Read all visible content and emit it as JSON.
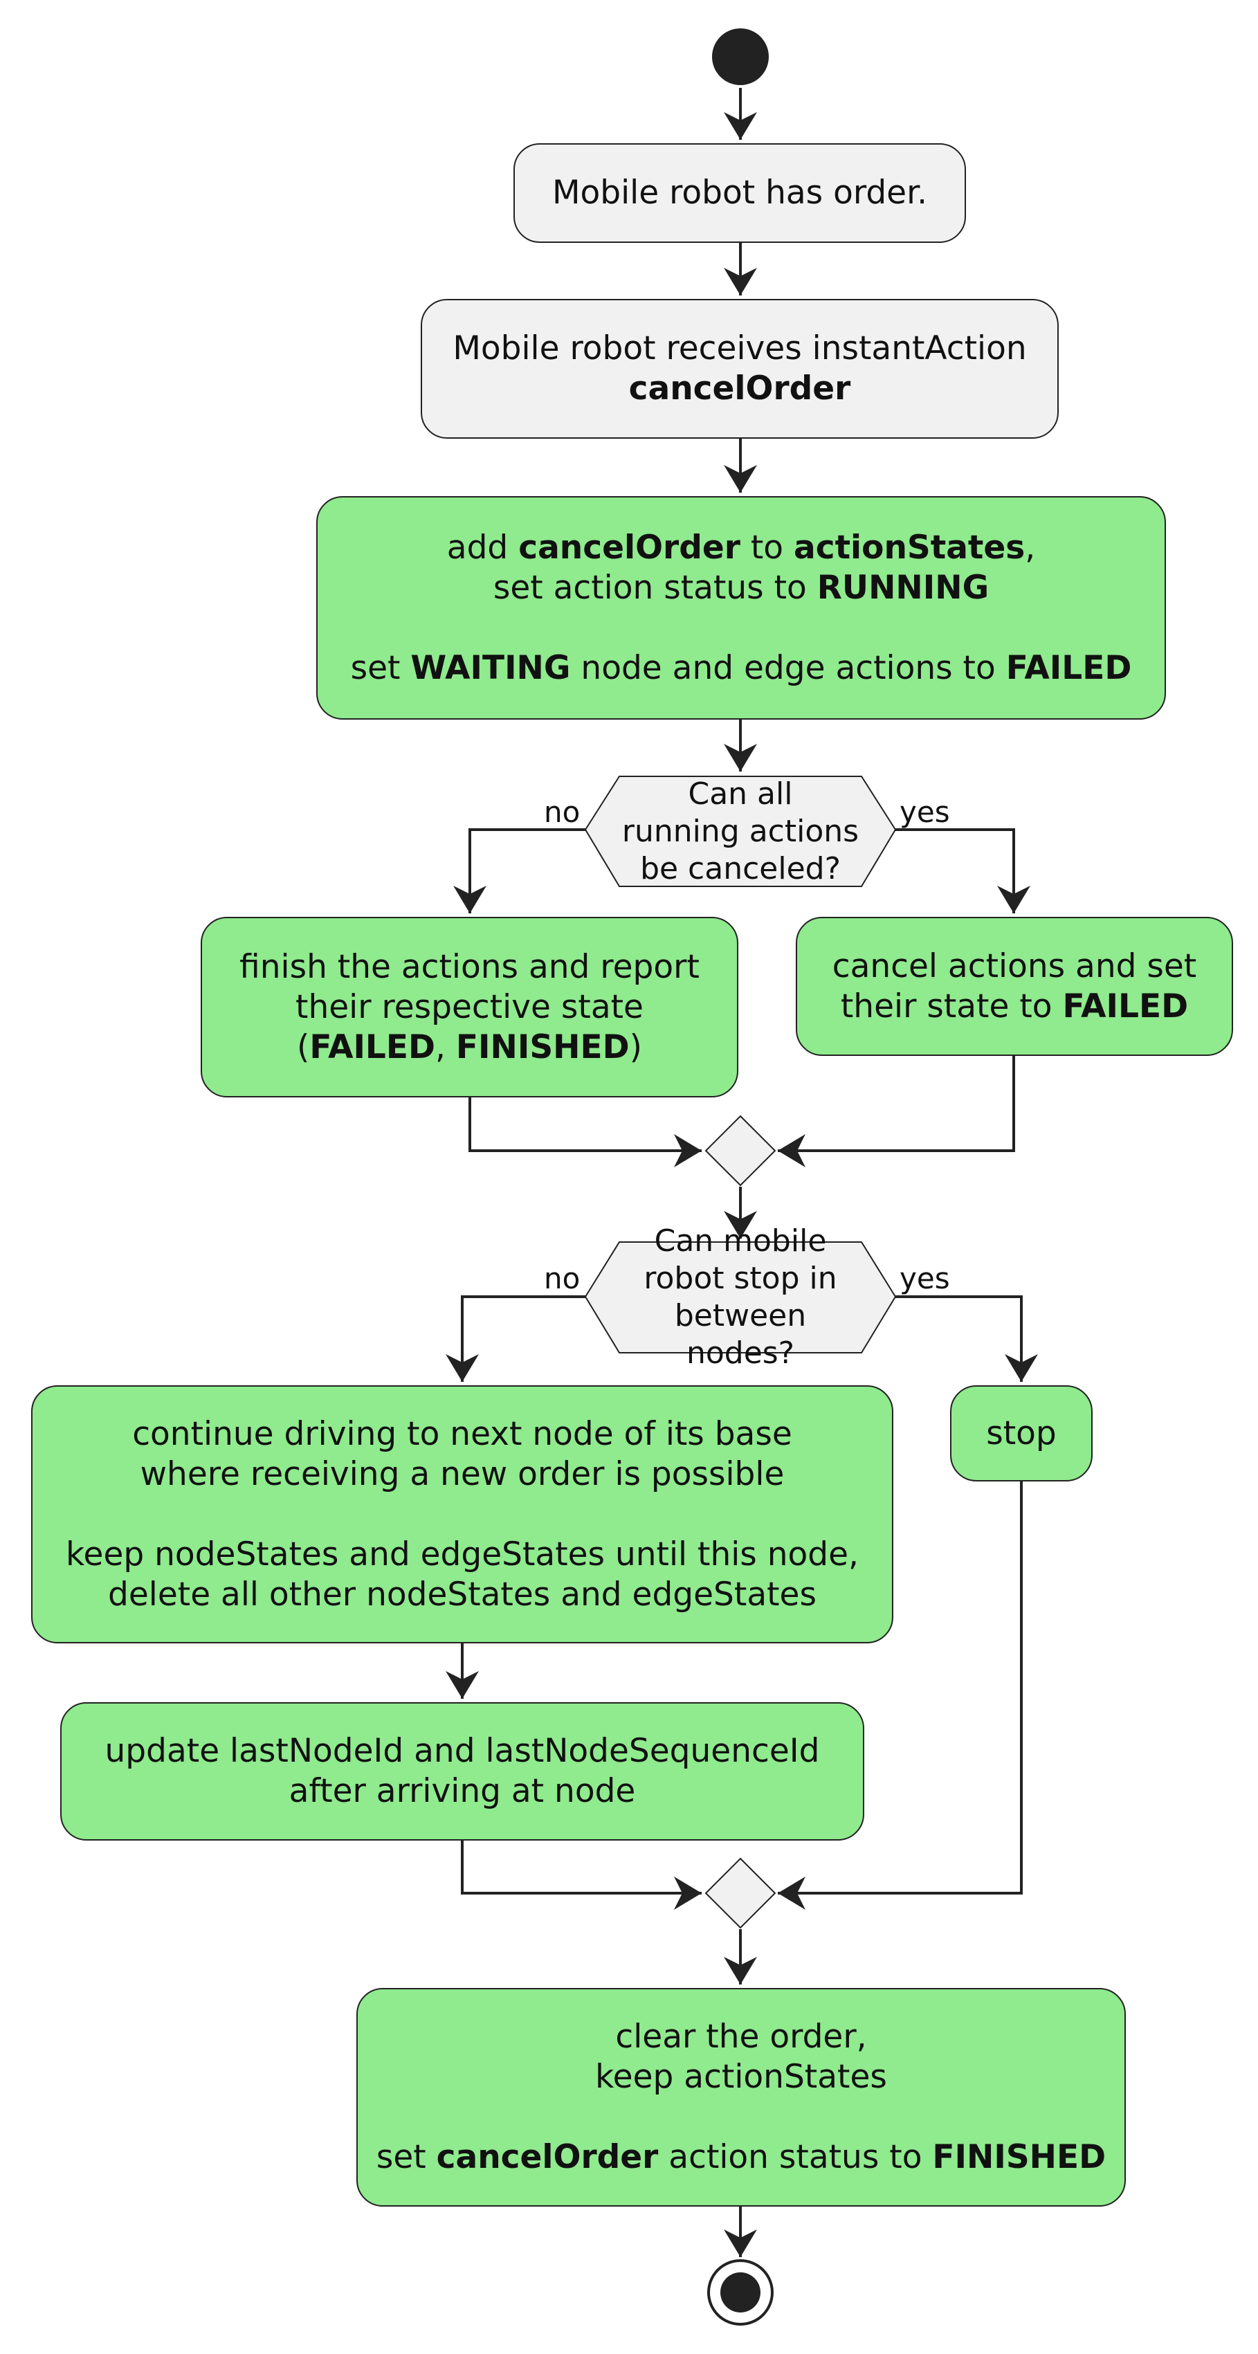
{
  "nodes": {
    "has_order": "Mobile robot has order.",
    "receives": {
      "line1": "Mobile robot receives instantAction",
      "line2": "cancelOrder"
    },
    "add_cancel": {
      "p1": "add ",
      "b1": "cancelOrder",
      "p2": " to ",
      "b2": "actionStates",
      "p3": ",",
      "p4": "set action status to ",
      "b3": "RUNNING",
      "p5": "set ",
      "b4": "WAITING",
      "p6": " node and edge actions to ",
      "b5": "FAILED"
    },
    "finish_actions": {
      "line1": "finish the actions and report",
      "line2": "their respective state",
      "p1": "(",
      "b1": "FAILED",
      "p2": ", ",
      "b2": "FINISHED",
      "p3": ")"
    },
    "cancel_actions": {
      "line1": "cancel actions and set",
      "p1": "their state to ",
      "b1": "FAILED"
    },
    "continue_driving": {
      "line1": "continue driving to next node of its base",
      "line2": "where receiving a new order is possible",
      "line3": "keep nodeStates and edgeStates until this node,",
      "line4": "delete all other nodeStates and edgeStates"
    },
    "update_last": {
      "line1": "update lastNodeId and lastNodeSequenceId",
      "line2": "after arriving at node"
    },
    "stop": "stop",
    "clear_order": {
      "line1": "clear the order,",
      "line2": "keep actionStates",
      "p1": "set ",
      "b1": "cancelOrder",
      "p2": " action status to ",
      "b2": "FINISHED"
    }
  },
  "decisions": {
    "cancel_all": {
      "line1": "Can all",
      "line2": "running actions",
      "line3": "be canceled?",
      "no": "no",
      "yes": "yes"
    },
    "can_stop": {
      "line1": "Can mobile",
      "line2": "robot stop in",
      "line3": "between nodes?",
      "no": "no",
      "yes": "yes"
    }
  },
  "colors": {
    "action_fill": "#90ea8e",
    "neutral_fill": "#f1f1f1",
    "stroke": "#222222"
  }
}
